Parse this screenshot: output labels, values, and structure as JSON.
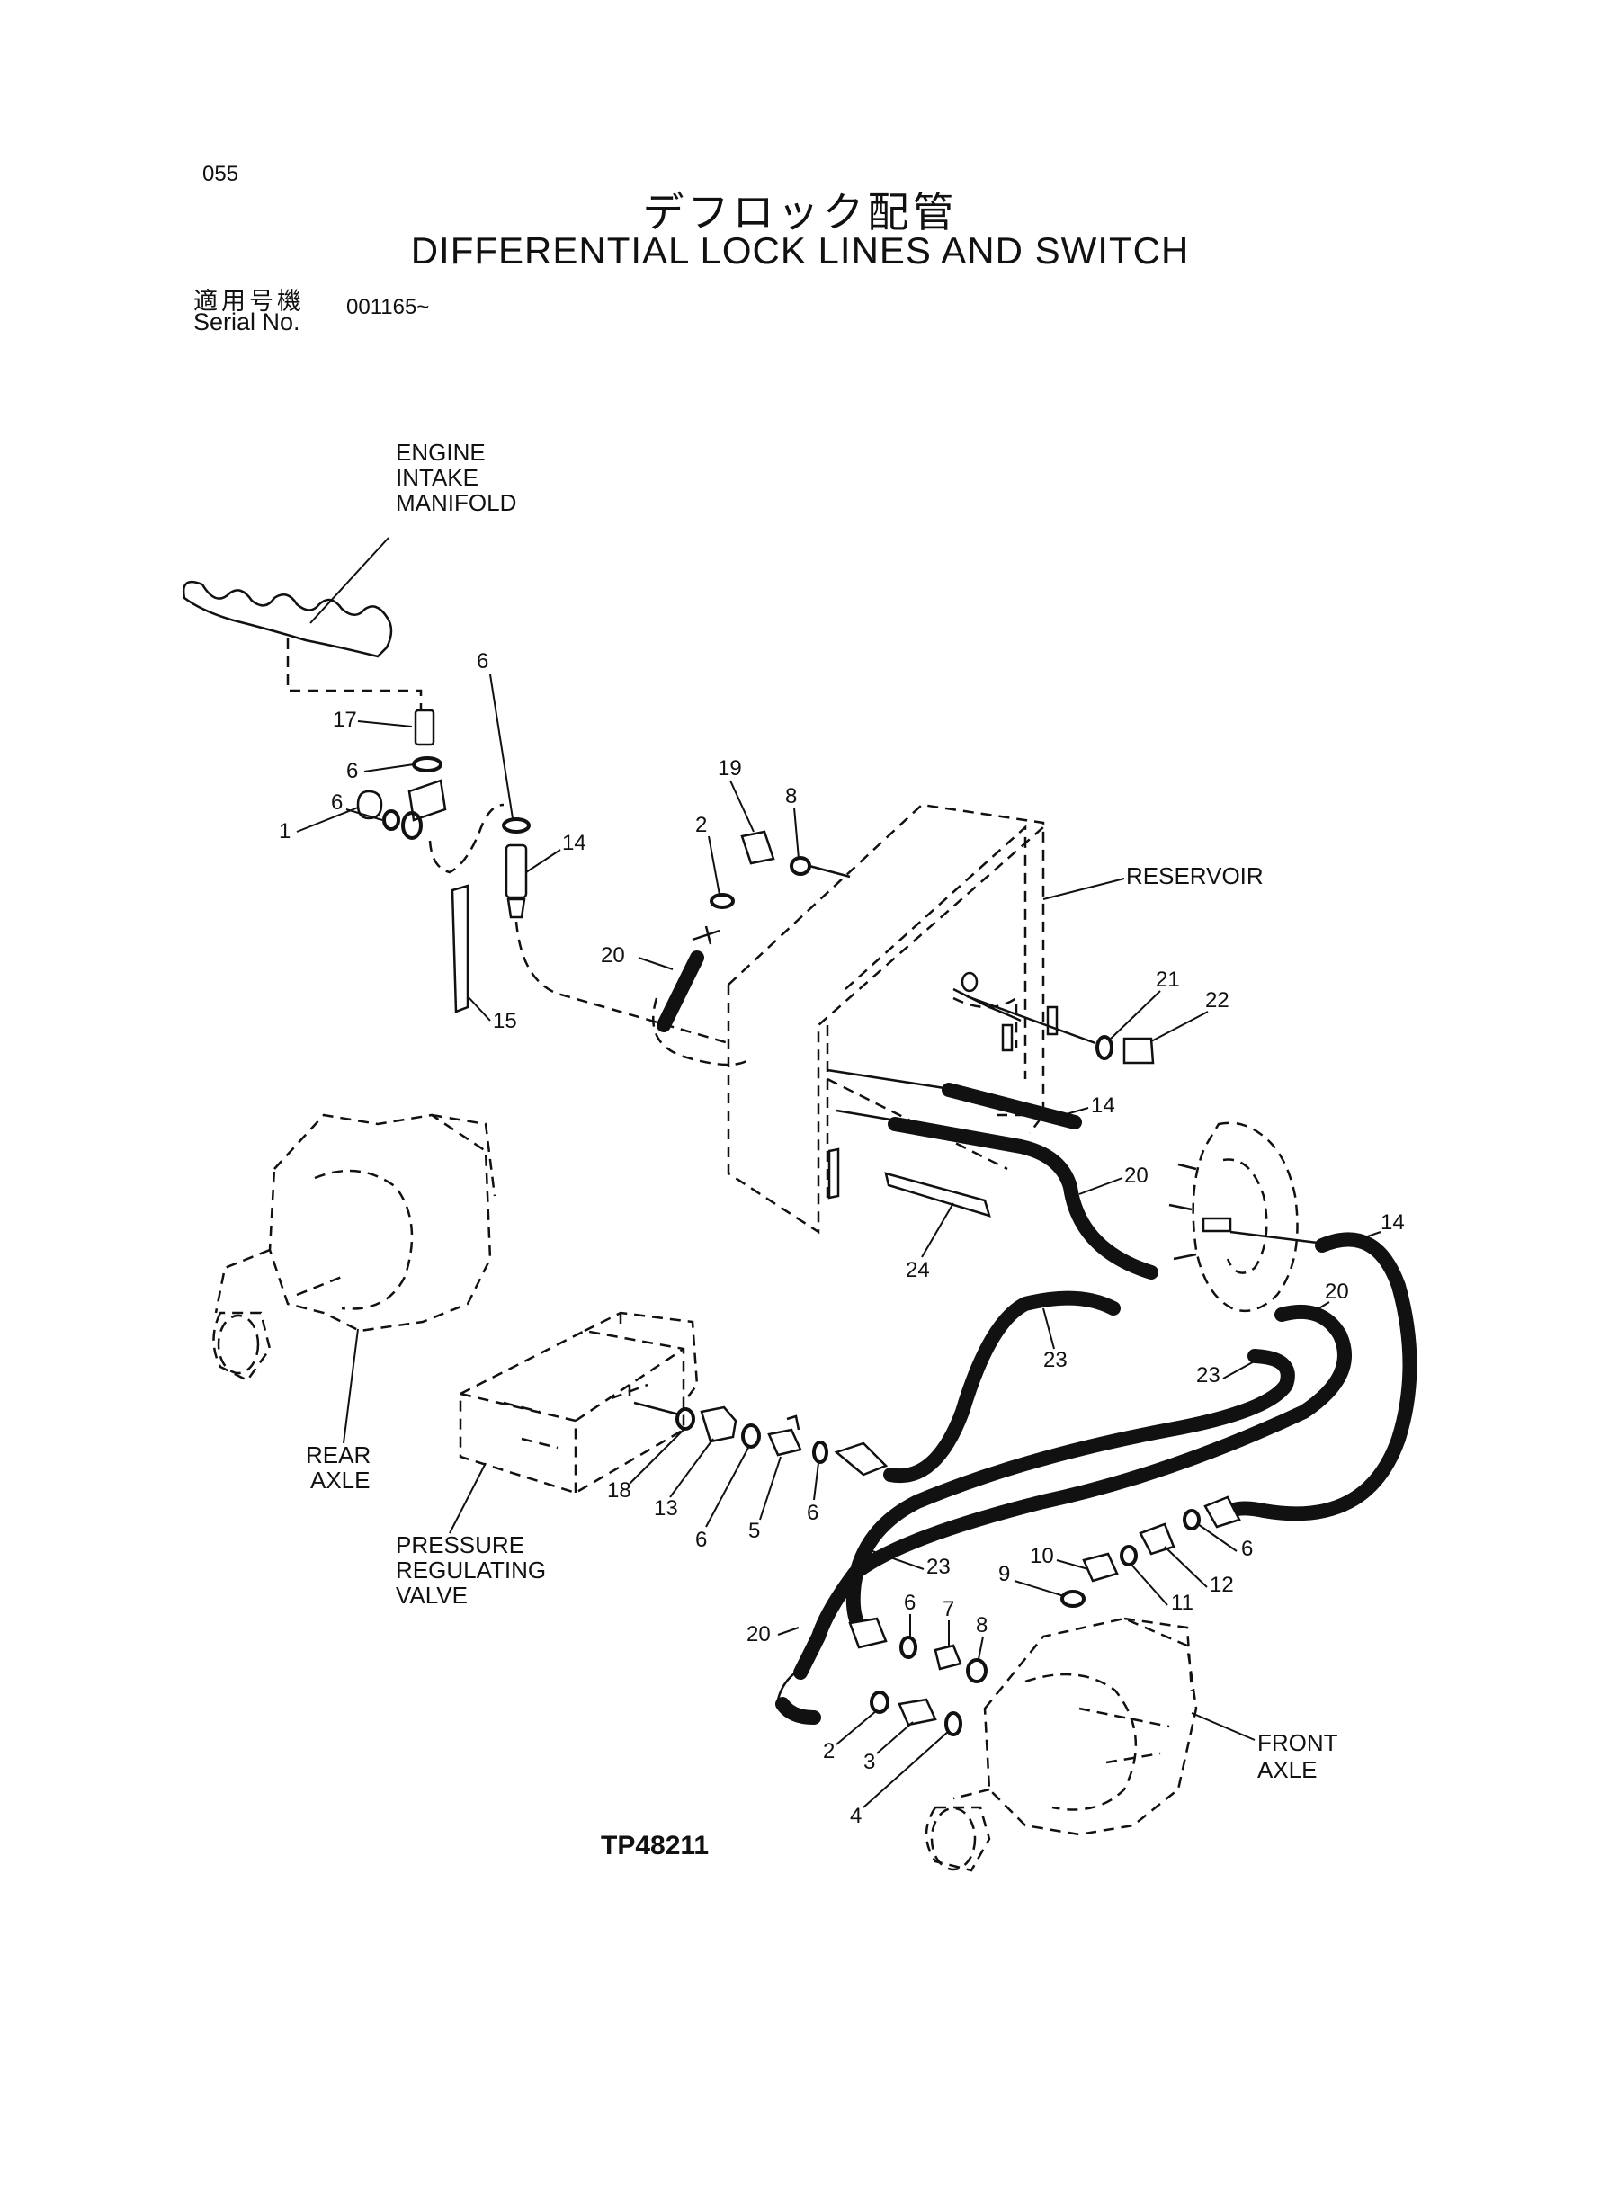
{
  "header": {
    "page_number": "055",
    "title_jp": "デフロック配管",
    "title_en": "DIFFERENTIAL LOCK LINES AND SWITCH",
    "serial_label_jp": "適用号機",
    "serial_label_en": "Serial No.",
    "serial_value": "001165~"
  },
  "captions": {
    "engine": [
      "ENGINE",
      "INTAKE",
      "MANIFOLD"
    ],
    "reservoir": "RESERVOIR",
    "rear_axle": [
      "REAR",
      "AXLE"
    ],
    "pressure_valve": [
      "PRESSURE",
      "REGULATING",
      "VALVE"
    ],
    "front_axle": [
      "FRONT",
      "AXLE"
    ]
  },
  "callouts": {
    "c17": "17",
    "c6a": "6",
    "c6b": "6",
    "c1": "1",
    "c6c": "6",
    "c14a": "14",
    "c15": "15",
    "c19": "19",
    "c8a": "8",
    "c2a": "2",
    "c20a": "20",
    "c21": "21",
    "c22": "22",
    "c14b": "14",
    "c20b": "20",
    "c24": "24",
    "c14c": "14",
    "c20c": "20",
    "c23a": "23",
    "c23b": "23",
    "c18": "18",
    "c13": "13",
    "c6d": "6",
    "c5": "5",
    "c6e": "6",
    "c23c": "23",
    "c10": "10",
    "c9": "9",
    "c12": "12",
    "c11": "11",
    "c6f": "6",
    "c6g": "6",
    "c7": "7",
    "c8b": "8",
    "c20d": "20",
    "c2b": "2",
    "c3": "3",
    "c4": "4"
  },
  "drawing_id": "TP48211"
}
